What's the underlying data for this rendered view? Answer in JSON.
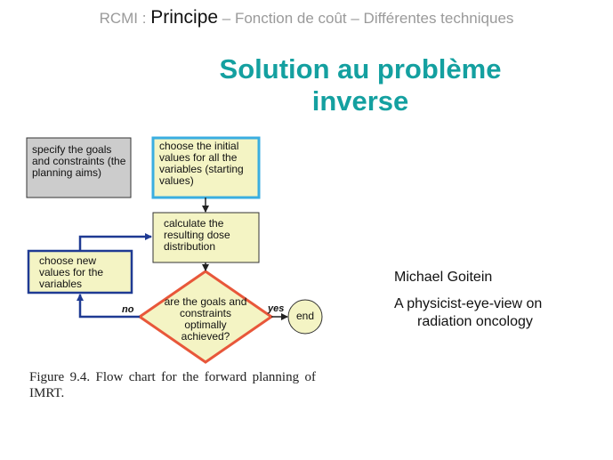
{
  "header": {
    "prefix": "RCMI : ",
    "emphasis": "Principe",
    "suffix": " – Fonction de coût – Différentes techniques"
  },
  "title": {
    "line1": "Solution au problème",
    "line2": "inverse"
  },
  "flowchart": {
    "specify": "specify the goals and constraints (the planning aims)",
    "choose_initial": "choose the initial values for all the variables (starting values)",
    "calculate": "calculate the resulting dose distribution",
    "choose_new": "choose new values for the variables",
    "decision": "are the goals and constraints optimally achieved?",
    "end": "end",
    "no_label": "no",
    "yes_label": "yes",
    "colors": {
      "box_fill": "#f4f4c4",
      "gray_fill": "#cccccc",
      "cyan_border": "#3aaee0",
      "blue_border": "#1f3a93",
      "red_border": "#e8573a"
    }
  },
  "caption": "Figure 9.4.   Flow chart for the forward planning of IMRT.",
  "credit": {
    "author": "Michael Goitein",
    "book_line1": "A physicist-eye-view on",
    "book_line2": "radiation oncology"
  }
}
